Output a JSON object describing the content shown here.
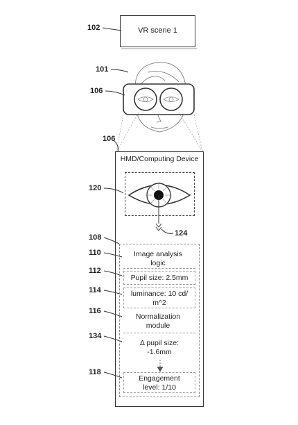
{
  "refs": {
    "r102": "102",
    "r101": "101",
    "r106a": "106",
    "r106b": "106",
    "r120": "120",
    "r124": "124",
    "r108": "108",
    "r110": "110",
    "r112": "112",
    "r114": "114",
    "r116": "116",
    "r134": "134",
    "r118": "118"
  },
  "scene_label": "VR scene 1",
  "device_label": "HMD/Computing Device",
  "modules": {
    "image_analysis": "Image analysis logic",
    "pupil_size": "Pupil size:  2.5mm",
    "luminance": "luminance: 10 cd/ m^2",
    "normalization": "Normalization module",
    "delta_pupil": "Δ pupil size: -1.6mm",
    "engagement": "Engagement level: 1/10"
  }
}
